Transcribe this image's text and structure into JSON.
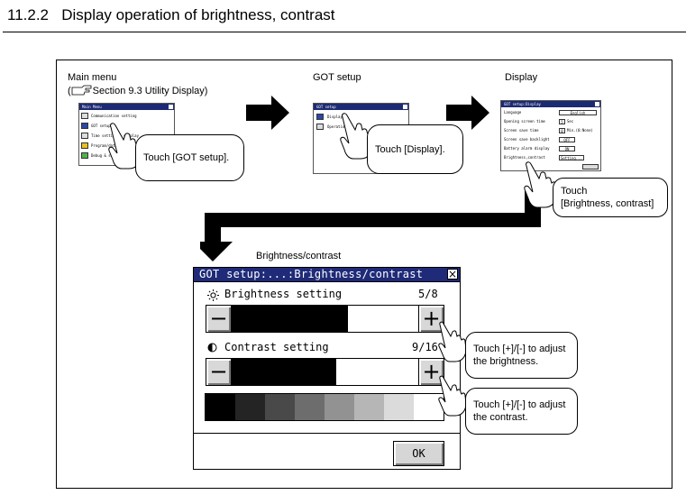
{
  "section": {
    "number": "11.2.2",
    "title": "Display operation of brightness, contrast"
  },
  "steps": {
    "main_menu": {
      "label": "Main menu",
      "ref": "Section 9.3 Utility Display"
    },
    "got_setup": {
      "label": "GOT setup"
    },
    "display": {
      "label": "Display"
    },
    "brightness_contrast": {
      "label": "Brightness/contrast"
    }
  },
  "callouts": {
    "touch_got_setup": "Touch [GOT setup].",
    "touch_display": "Touch [Display].",
    "touch_brightness_line1": "Touch",
    "touch_brightness_line2": "[Brightness, contrast]",
    "adjust_brightness_line1": "Touch [+]/[-] to adjust",
    "adjust_brightness_line2": "the brightness.",
    "adjust_contrast_line1": "Touch [+]/[-] to adjust",
    "adjust_contrast_line2": "the contrast."
  },
  "mini_main_menu": {
    "title": "Main Menu",
    "items": [
      "Communication setting",
      "GOT setup",
      "Time setting & display",
      "Program/data control",
      "Debug & self check"
    ]
  },
  "mini_got_setup": {
    "title": "GOT setup",
    "items": [
      "Display",
      "Operation"
    ]
  },
  "mini_display": {
    "title": "GOT setup:Display",
    "rows": [
      {
        "label": "Language",
        "value": "English"
      },
      {
        "label": "Opening screen time",
        "value": "5",
        "unit": "Sec"
      },
      {
        "label": "Screen save time",
        "value": "0",
        "unit": "Min.(0:None)"
      },
      {
        "label": "Screen save backlight",
        "value": "OFF"
      },
      {
        "label": "Battery alarm display",
        "value": "ON"
      },
      {
        "label": "Brightness,contrast",
        "value": "Setting..."
      }
    ]
  },
  "dialog": {
    "title": "GOT setup:...:Brightness/contrast",
    "close": "×",
    "brightness": {
      "label": "Brightness setting",
      "value_text": "5/8",
      "level": 0.625
    },
    "contrast": {
      "label": "Contrast setting",
      "value_text": "9/16",
      "level": 0.5625
    },
    "minus": "−",
    "plus": "+",
    "ok": "OK",
    "gradient_steps": 8
  },
  "colors": {
    "title_bar": "#1f2b78",
    "fill": "#000000",
    "button": "#d6d6d6"
  },
  "icons": {
    "brightness": "sun-icon",
    "contrast": "half-circle-icon",
    "arrow": "right-arrow-icon",
    "hand": "pointing-hand-icon"
  }
}
